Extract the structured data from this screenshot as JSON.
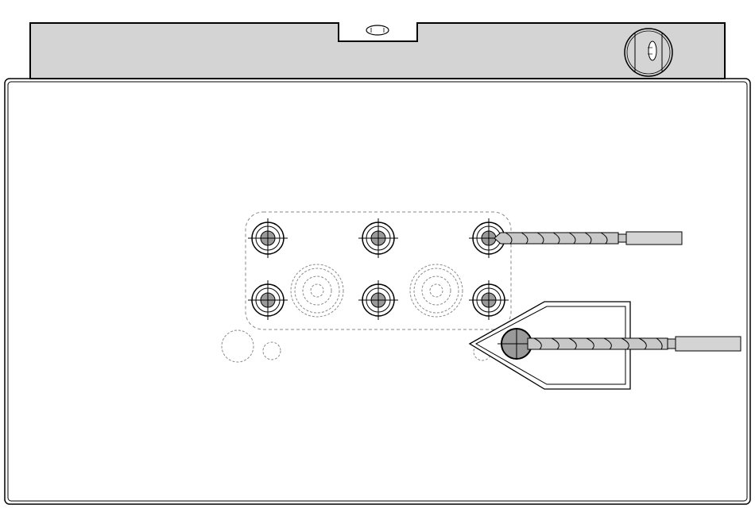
{
  "colors": {
    "outline": "#000000",
    "level_body": "#d4d4d4",
    "hole_fill": "#9a9a9a",
    "drill_fill": "#c8c8c8",
    "dashed": "#8a8a8a",
    "wall": "#ffffff"
  },
  "spirit_level": {
    "icon": "spirit-level-icon",
    "vials": [
      "top-vial",
      "end-vial"
    ]
  },
  "template_holes": {
    "rows": 2,
    "cols": 3,
    "count": 6
  },
  "drills": [
    {
      "name": "small-drill-bit",
      "state": "inserted-in-template"
    },
    {
      "name": "large-drill-bit",
      "state": "with-guide-jig"
    }
  ]
}
